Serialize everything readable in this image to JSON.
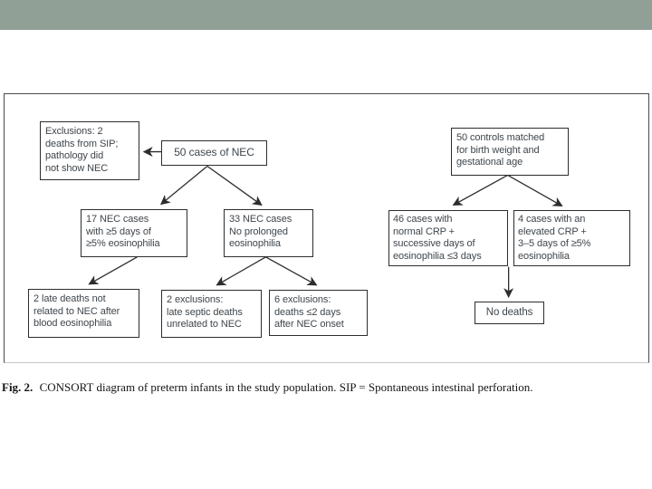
{
  "slide": {
    "header_color": "#91a096",
    "background_color": "#ffffff"
  },
  "figure": {
    "caption": {
      "label": "Fig. 2.",
      "text": "CONSORT diagram of preterm infants in the study population. SIP = Spontaneous intestinal perforation."
    },
    "nodes": {
      "exclusions_sip": {
        "text": "Exclusions: 2\ndeaths from SIP;\npathology did\nnot show NEC"
      },
      "nec_cases": {
        "text": "50 cases of NEC"
      },
      "controls_matched": {
        "text": "50 controls matched\nfor birth weight and\ngestational age"
      },
      "nec_prolonged": {
        "text": "17 NEC cases\nwith ≥5 days of\n≥5% eosinophilia"
      },
      "nec_no_prolonged": {
        "text": "33 NEC cases\nNo prolonged\neosinophilia"
      },
      "normal_crp": {
        "text": "46 cases with\nnormal CRP +\nsuccessive days of\neosinophilia ≤3 days"
      },
      "elevated_crp": {
        "text": "4 cases with an\nelevated CRP +\n3–5 days of ≥5%\neosinophilia"
      },
      "late_deaths": {
        "text": "2 late deaths not\nrelated to NEC after\nblood eosinophilia"
      },
      "septic_exclusions": {
        "text": "2 exclusions:\nlate septic deaths\nunrelated to NEC"
      },
      "early_exclusions": {
        "text": "6 exclusions:\ndeaths ≤2 days\nafter NEC onset"
      },
      "no_deaths": {
        "text": "No deaths"
      }
    },
    "edges": [
      {
        "from": "nec_cases",
        "to": "exclusions_sip"
      },
      {
        "from": "nec_cases",
        "to": "nec_prolonged"
      },
      {
        "from": "nec_cases",
        "to": "nec_no_prolonged"
      },
      {
        "from": "controls_matched",
        "to": "normal_crp"
      },
      {
        "from": "controls_matched",
        "to": "elevated_crp"
      },
      {
        "from": "nec_prolonged",
        "to": "late_deaths"
      },
      {
        "from": "nec_no_prolonged",
        "to": "septic_exclusions"
      },
      {
        "from": "nec_no_prolonged",
        "to": "early_exclusions"
      },
      {
        "from": "normal_crp",
        "to": "no_deaths"
      }
    ],
    "arrow_color": "#2d2d2d",
    "box_border_color": "#2d2d2d",
    "text_color": "#3f464c"
  }
}
